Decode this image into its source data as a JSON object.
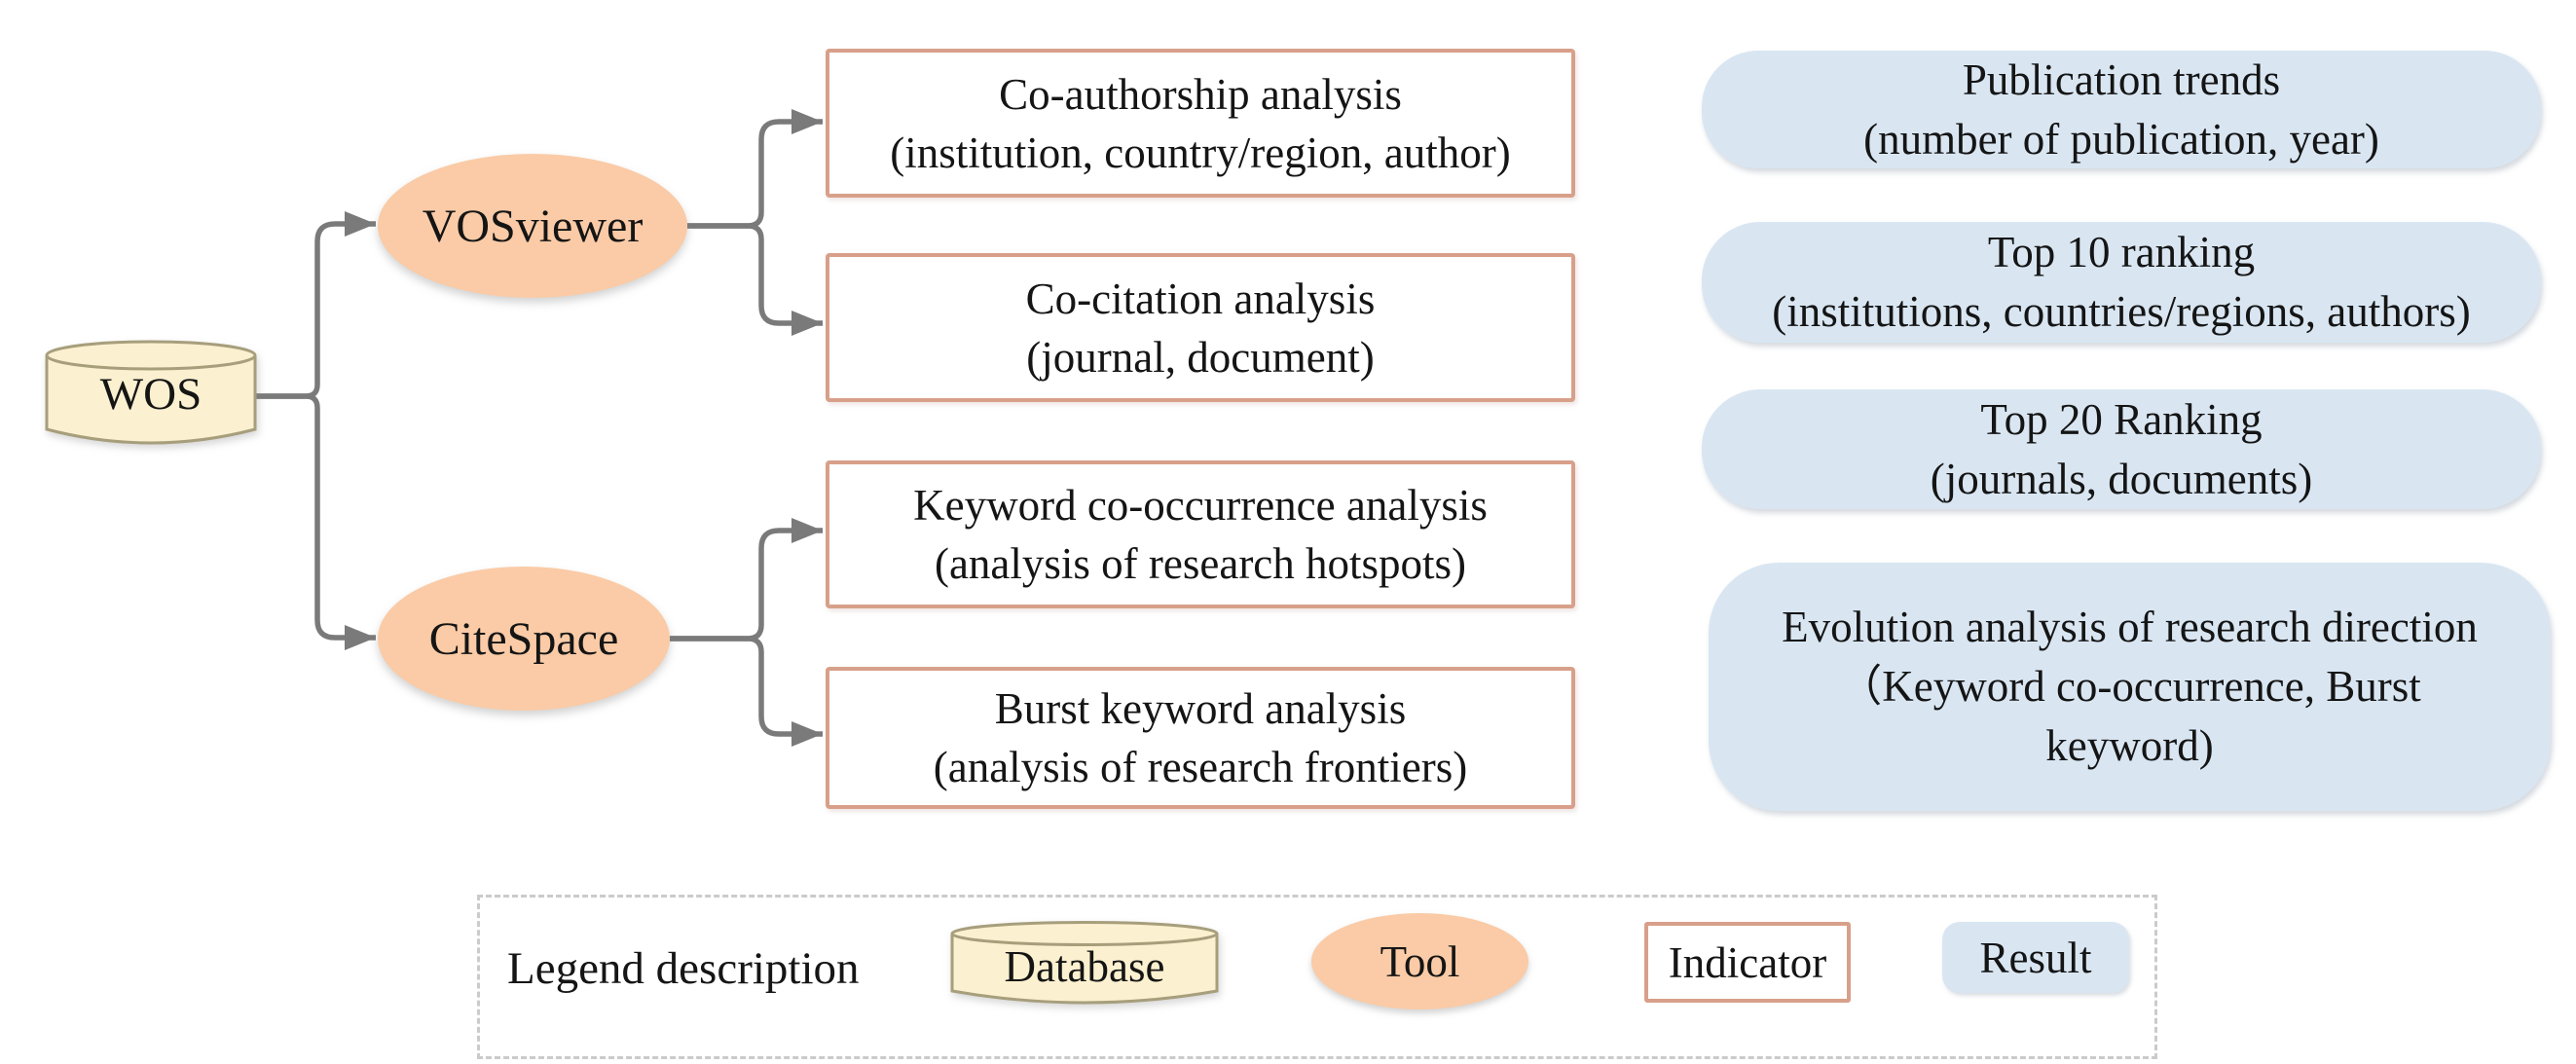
{
  "diagram": {
    "database": {
      "label": "WOS"
    },
    "tools": {
      "vosviewer": "VOSviewer",
      "citespace": "CiteSpace"
    },
    "indicators": [
      {
        "line1": "Co-authorship analysis",
        "line2": "(institution, country/region, author)"
      },
      {
        "line1": "Co-citation analysis",
        "line2": "(journal, document)"
      },
      {
        "line1": "Keyword co-occurrence analysis",
        "line2": "(analysis of research hotspots)"
      },
      {
        "line1": "Burst keyword analysis",
        "line2": "(analysis of research frontiers)"
      }
    ],
    "results": [
      {
        "line1": "Publication trends",
        "line2": "(number of publication, year)"
      },
      {
        "line1": "Top 10 ranking",
        "line2": "(institutions, countries/regions, authors)"
      },
      {
        "line1": "Top 20 Ranking",
        "line2": "(journals, documents)"
      },
      {
        "line1": "Evolution analysis of research direction",
        "line2": "（Keyword co-occurrence, Burst",
        "line3": "keyword)"
      }
    ],
    "legend": {
      "title": "Legend description",
      "database_label": "Database",
      "tool_label": "Tool",
      "indicator_label": "Indicator",
      "result_label": "Result"
    },
    "colors": {
      "database_fill": "#FBF0CF",
      "database_stroke": "#A79E7C",
      "tool_fill": "#FACBA6",
      "indicator_border": "#D8A08A",
      "result_fill": "#D9E6F2",
      "connector": "#7A7A7A"
    }
  }
}
